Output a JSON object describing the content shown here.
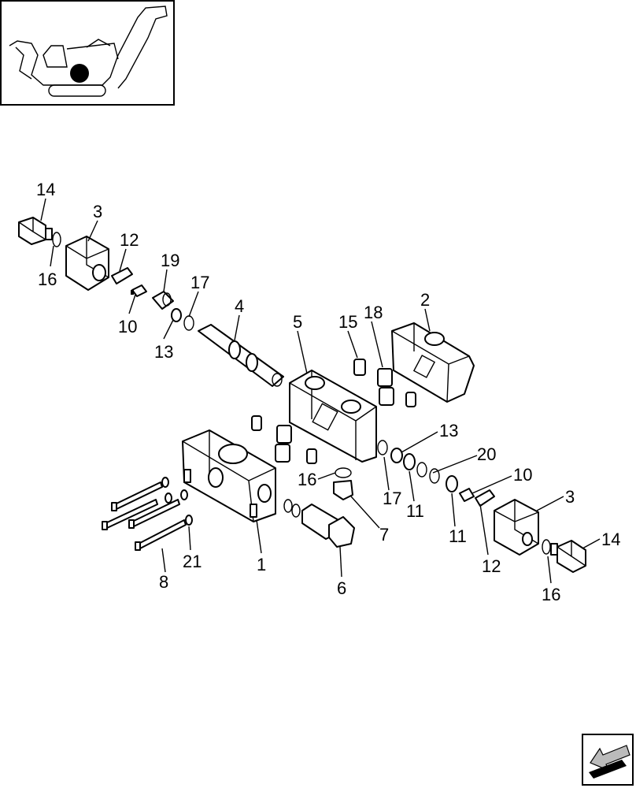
{
  "figure": {
    "locator_icon": "machine-locator-thumbnail",
    "nav_icon": "next-page-arrow-icon",
    "callouts": [
      "14",
      "3",
      "12",
      "19",
      "17",
      "4",
      "5",
      "15",
      "18",
      "2",
      "16",
      "10",
      "13",
      "13",
      "20",
      "10",
      "3",
      "14",
      "16",
      "17",
      "11",
      "11",
      "12",
      "16",
      "7",
      "1",
      "21",
      "8",
      "6"
    ]
  }
}
